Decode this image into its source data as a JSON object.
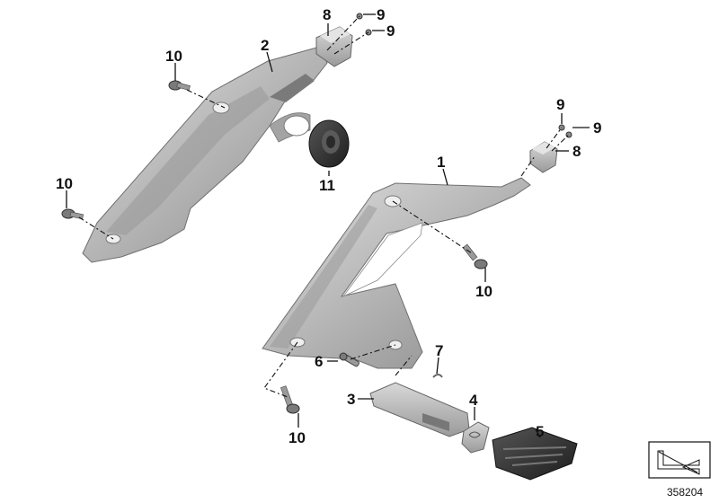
{
  "diagram": {
    "callouts": {
      "c1": "1",
      "c2": "2",
      "c3": "3",
      "c4": "4",
      "c5": "5",
      "c6": "6",
      "c7": "7",
      "c8_top": "8",
      "c8_right": "8",
      "c9_top_a": "9",
      "c9_top_b": "9",
      "c9_right_a": "9",
      "c9_right_b": "9",
      "c10_left_top": "10",
      "c10_left_mid": "10",
      "c10_center": "10",
      "c10_bottom": "10",
      "c11": "11"
    },
    "reference_number": "358204"
  },
  "colors": {
    "bracket_light": "#d2d2d2",
    "bracket_dark": "#8c8c8c",
    "rubber": "#2e2e2e",
    "line": "#111111"
  }
}
